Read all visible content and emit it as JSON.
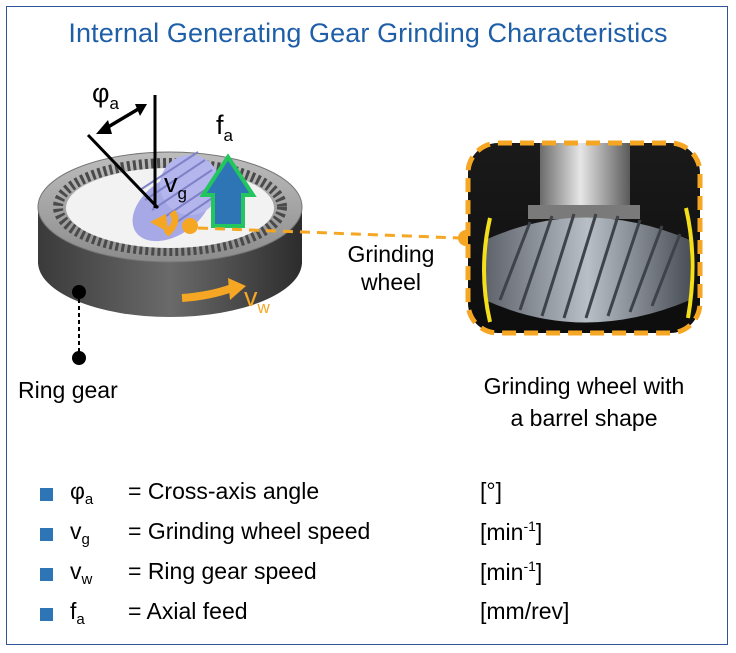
{
  "title": "Internal Generating Gear Grinding Characteristics",
  "labels": {
    "phi_a": "φ",
    "phi_a_sub": "a",
    "f_a": "f",
    "f_a_sub": "a",
    "v_g": "v",
    "v_g_sub": "g",
    "v_w": "v",
    "v_w_sub": "w",
    "grinding_wheel_line1": "Grinding",
    "grinding_wheel_line2": "wheel",
    "ring_gear": "Ring gear",
    "barrel_caption_line1": "Grinding wheel with",
    "barrel_caption_line2": "a barrel shape"
  },
  "legend": [
    {
      "symbol": "φ",
      "sub": "a",
      "description": "= Cross-axis angle",
      "unit": "[°]",
      "unit_sup": ""
    },
    {
      "symbol": "v",
      "sub": "g",
      "description": "= Grinding wheel speed",
      "unit": "[min",
      "unit_sup": "-1",
      "unit_close": "]"
    },
    {
      "symbol": "v",
      "sub": "w",
      "description": "= Ring gear speed",
      "unit": "[min",
      "unit_sup": "-1",
      "unit_close": "]"
    },
    {
      "symbol": "f",
      "sub": "a",
      "description": "= Axial feed",
      "unit": "[mm/rev]",
      "unit_sup": ""
    }
  ],
  "colors": {
    "title": "#1f5fa8",
    "border": "#2f5597",
    "accent_orange": "#f5a623",
    "arrow_blue": "#2e75b6",
    "arrow_outline_green": "#22c55e",
    "wheel_lavender": "#a7a9e6",
    "highlight_yellow": "#f4e01a",
    "bullet_blue": "#2e75b6"
  },
  "icons": [
    "ring-gear-illustration",
    "grinding-wheel-illustration",
    "feed-arrow-icon",
    "rotation-arrow-icon",
    "barrel-wheel-photo"
  ]
}
